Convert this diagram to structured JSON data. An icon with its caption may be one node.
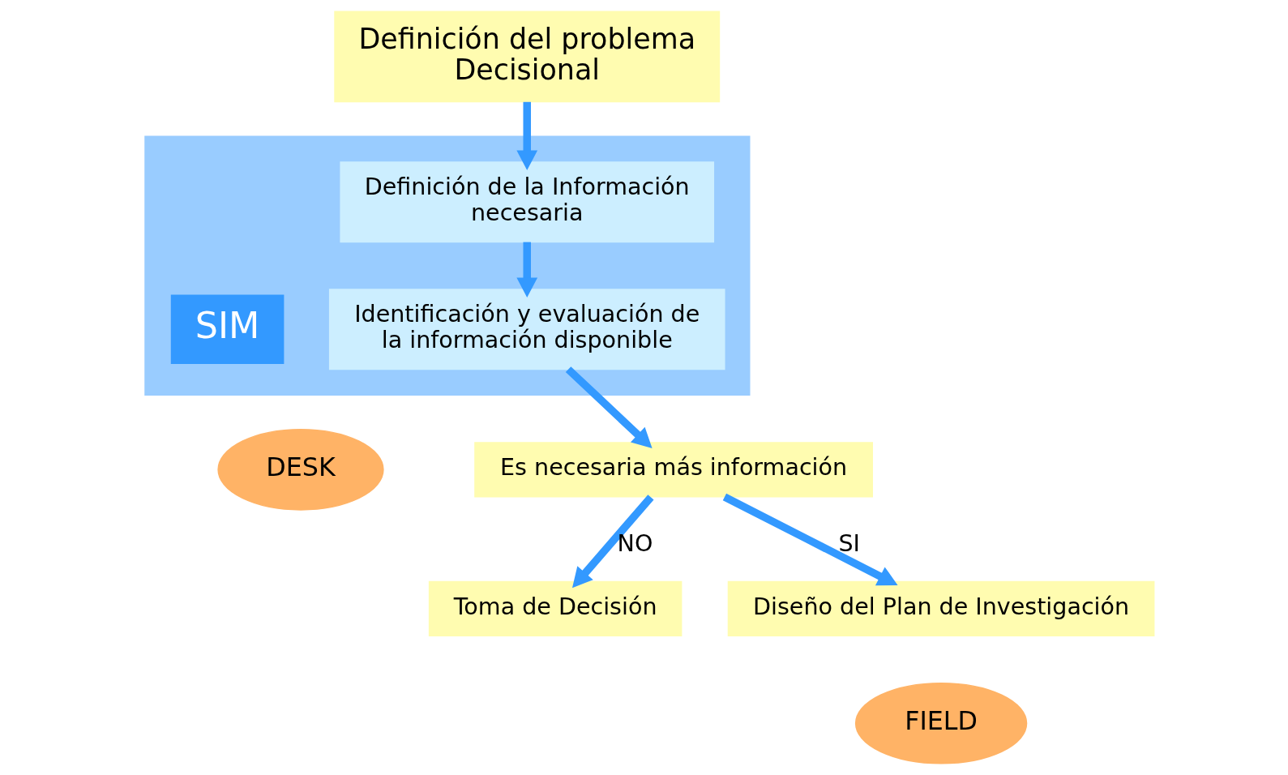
{
  "diagram": {
    "nodes": [
      {
        "text": [
          "Definición del problema Decisional"
        ]
      },
      {
        "text": [],
        "shape": "box"
      },
      {
        "text": [
          "Definición de la Información necesaria"
        ],
        "in": 1
      },
      {
        "text": [
          "Identificación y evaluación de la información disponible"
        ],
        "in": 1
      },
      {
        "text": [
          "DESK"
        ]
      },
      {
        "text": [
          "SIM"
        ],
        "in": 1
      },
      {
        "text": [
          "Es necesaria más información"
        ]
      },
      {
        "text": [
          "Toma de Decisión"
        ]
      },
      {
        "text": [
          "Diseño del Plan de Investigación"
        ]
      },
      {
        "text": [
          "FIELD"
        ]
      }
    ],
    "edges": [
      {
        "from": 0,
        "to": 2,
        "arrow": "to"
      },
      {
        "from": 2,
        "to": 3,
        "arrow": "to"
      },
      {
        "from": 3,
        "to": 6,
        "arrow": "to"
      },
      {
        "from": 6,
        "to": 8,
        "label": "SI",
        "arrow": "to"
      },
      {
        "from": 6,
        "to": 7,
        "label": "NO",
        "arrow": "to"
      }
    ]
  }
}
